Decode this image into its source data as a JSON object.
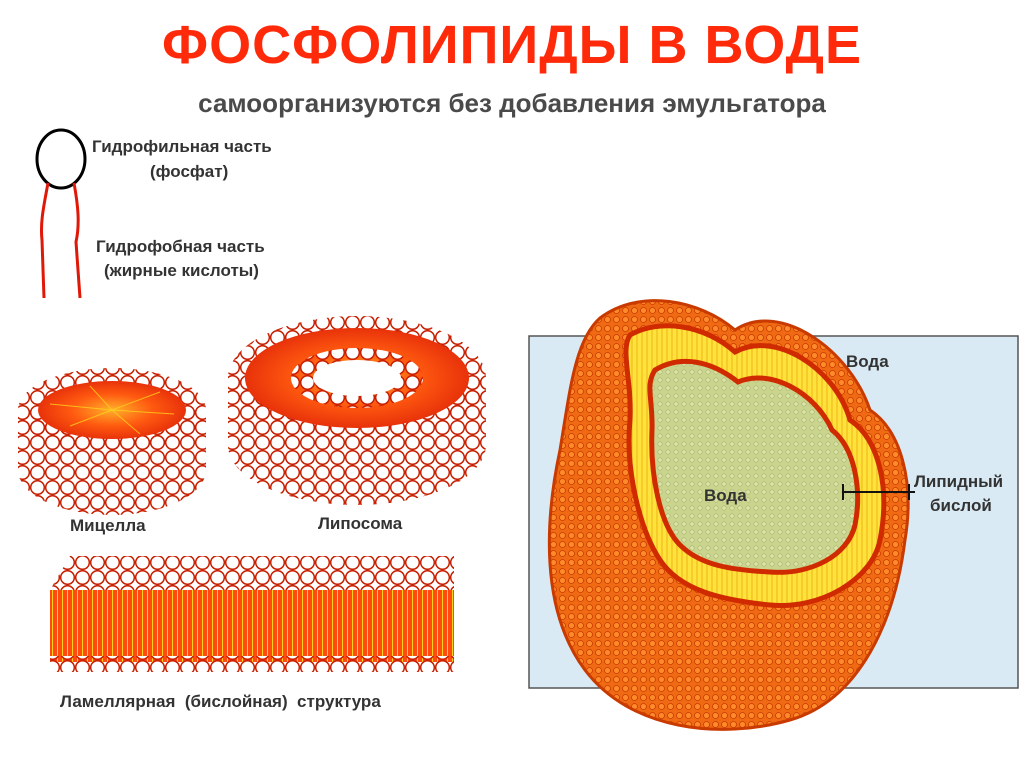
{
  "slide": {
    "title": "ФОСФОЛИПИДЫ  В  ВОДЕ",
    "subtitle": "самоорганизуются без добавления эмульгатора"
  },
  "molecule": {
    "hydrophilic_label": "Гидрофильная часть",
    "hydrophilic_sub": "(фосфат)",
    "hydrophobic_label": "Гидрофобная часть",
    "hydrophobic_sub": "(жирные кислоты)"
  },
  "structures": {
    "micelle": "Мицелла",
    "liposome": "Липосома",
    "lamellar": "Ламеллярная  (бислойная)  структура"
  },
  "vesicle": {
    "water_outside": "Вода",
    "water_inside": "Вода",
    "bilayer_line1": "Липидный",
    "bilayer_line2": "бислой"
  },
  "colors": {
    "title": "#ff2a0a",
    "lipid_core": "#ff4a10",
    "tail_yellow": "#ffd21c",
    "head_outline": "#c81e00",
    "water": "#d9eaf4"
  }
}
